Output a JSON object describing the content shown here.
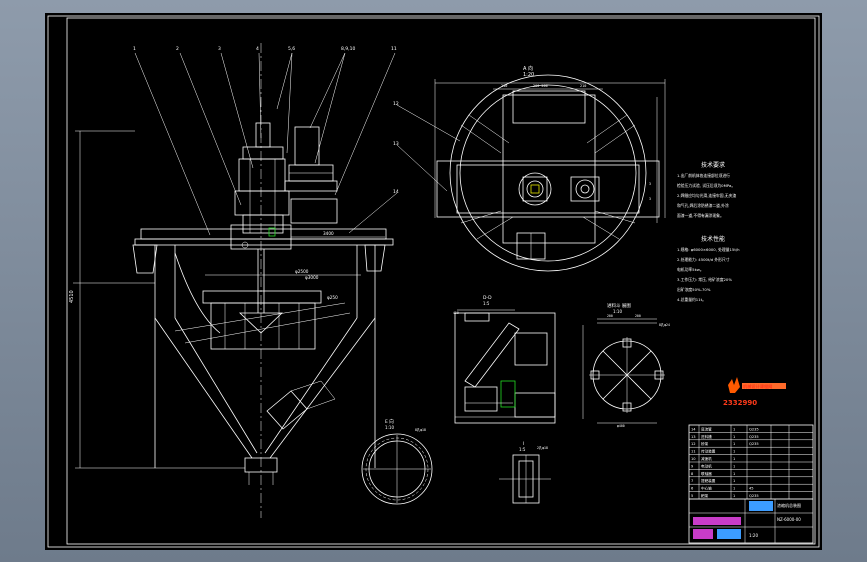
{
  "drawing": {
    "part_labels": [
      "1",
      "2",
      "3",
      "4",
      "5,6",
      "8,9,10",
      "11",
      "12",
      "13",
      "14"
    ],
    "dimensions": {
      "top_dim": "φ250",
      "mid_dim": "φ2500",
      "cone_dim": "φ3000",
      "right_dim": "3400",
      "height_dim": "4510",
      "plan_dim": "φ6000"
    },
    "view_titles": {
      "plan_view": "A 向",
      "plan_scale": "1:20",
      "section_view": "D-D",
      "section_scale": "1:5",
      "nozzle_view": "进料斗 展图",
      "nozzle_scale": "1:10",
      "bottom_view": "E 向",
      "bottom_scale": "1:10",
      "detail_view": "I",
      "detail_scale": "1:5"
    },
    "notes": {
      "tech_req_title": "技术要求",
      "tech_req_lines": [
        "1.出厂前机体各连接部位须进行",
        "检验压力试验, 试压后须为0MPa。",
        "2.焊缝应均匀光滑,连接牢固,无夹渣",
        "和气孔,焊后涂防锈漆二道,外涂",
        "面漆一道,不得有漏涂现象。"
      ],
      "tech_perf_title": "技术性能",
      "tech_perf_lines": [
        "1.规格: φ6000×6000, 处理量15t/h",
        "2.处理能力: 4500t/d 外形尺寸",
        "  电机功率5kw。",
        "3.工作压力: 常压, 给矿浓度20%",
        "  出矿浓度50%-70%",
        "4.总重量约11t。"
      ]
    },
    "logo_text": "机械设计课程网",
    "watermark_number": "2332990"
  },
  "title_block": {
    "rows": [
      [
        "14",
        "底流管",
        "1",
        "Q235"
      ],
      [
        "13",
        "进料槽",
        "1",
        "Q235"
      ],
      [
        "12",
        "桥架",
        "1",
        "Q235"
      ],
      [
        "11",
        "传动装置",
        "1",
        ""
      ],
      [
        "10",
        "减速机",
        "1",
        ""
      ],
      [
        "9",
        "电动机",
        "1",
        ""
      ],
      [
        "8",
        "联轴器",
        "1",
        ""
      ],
      [
        "7",
        "提耙装置",
        "1",
        ""
      ],
      [
        "6",
        "中心轴",
        "1",
        "45"
      ],
      [
        "5",
        "耙架",
        "1",
        "Q235"
      ]
    ],
    "drawing_name": "浓缩机总装图",
    "drawing_number": "NZ-6000-00",
    "scale": "1:20"
  }
}
